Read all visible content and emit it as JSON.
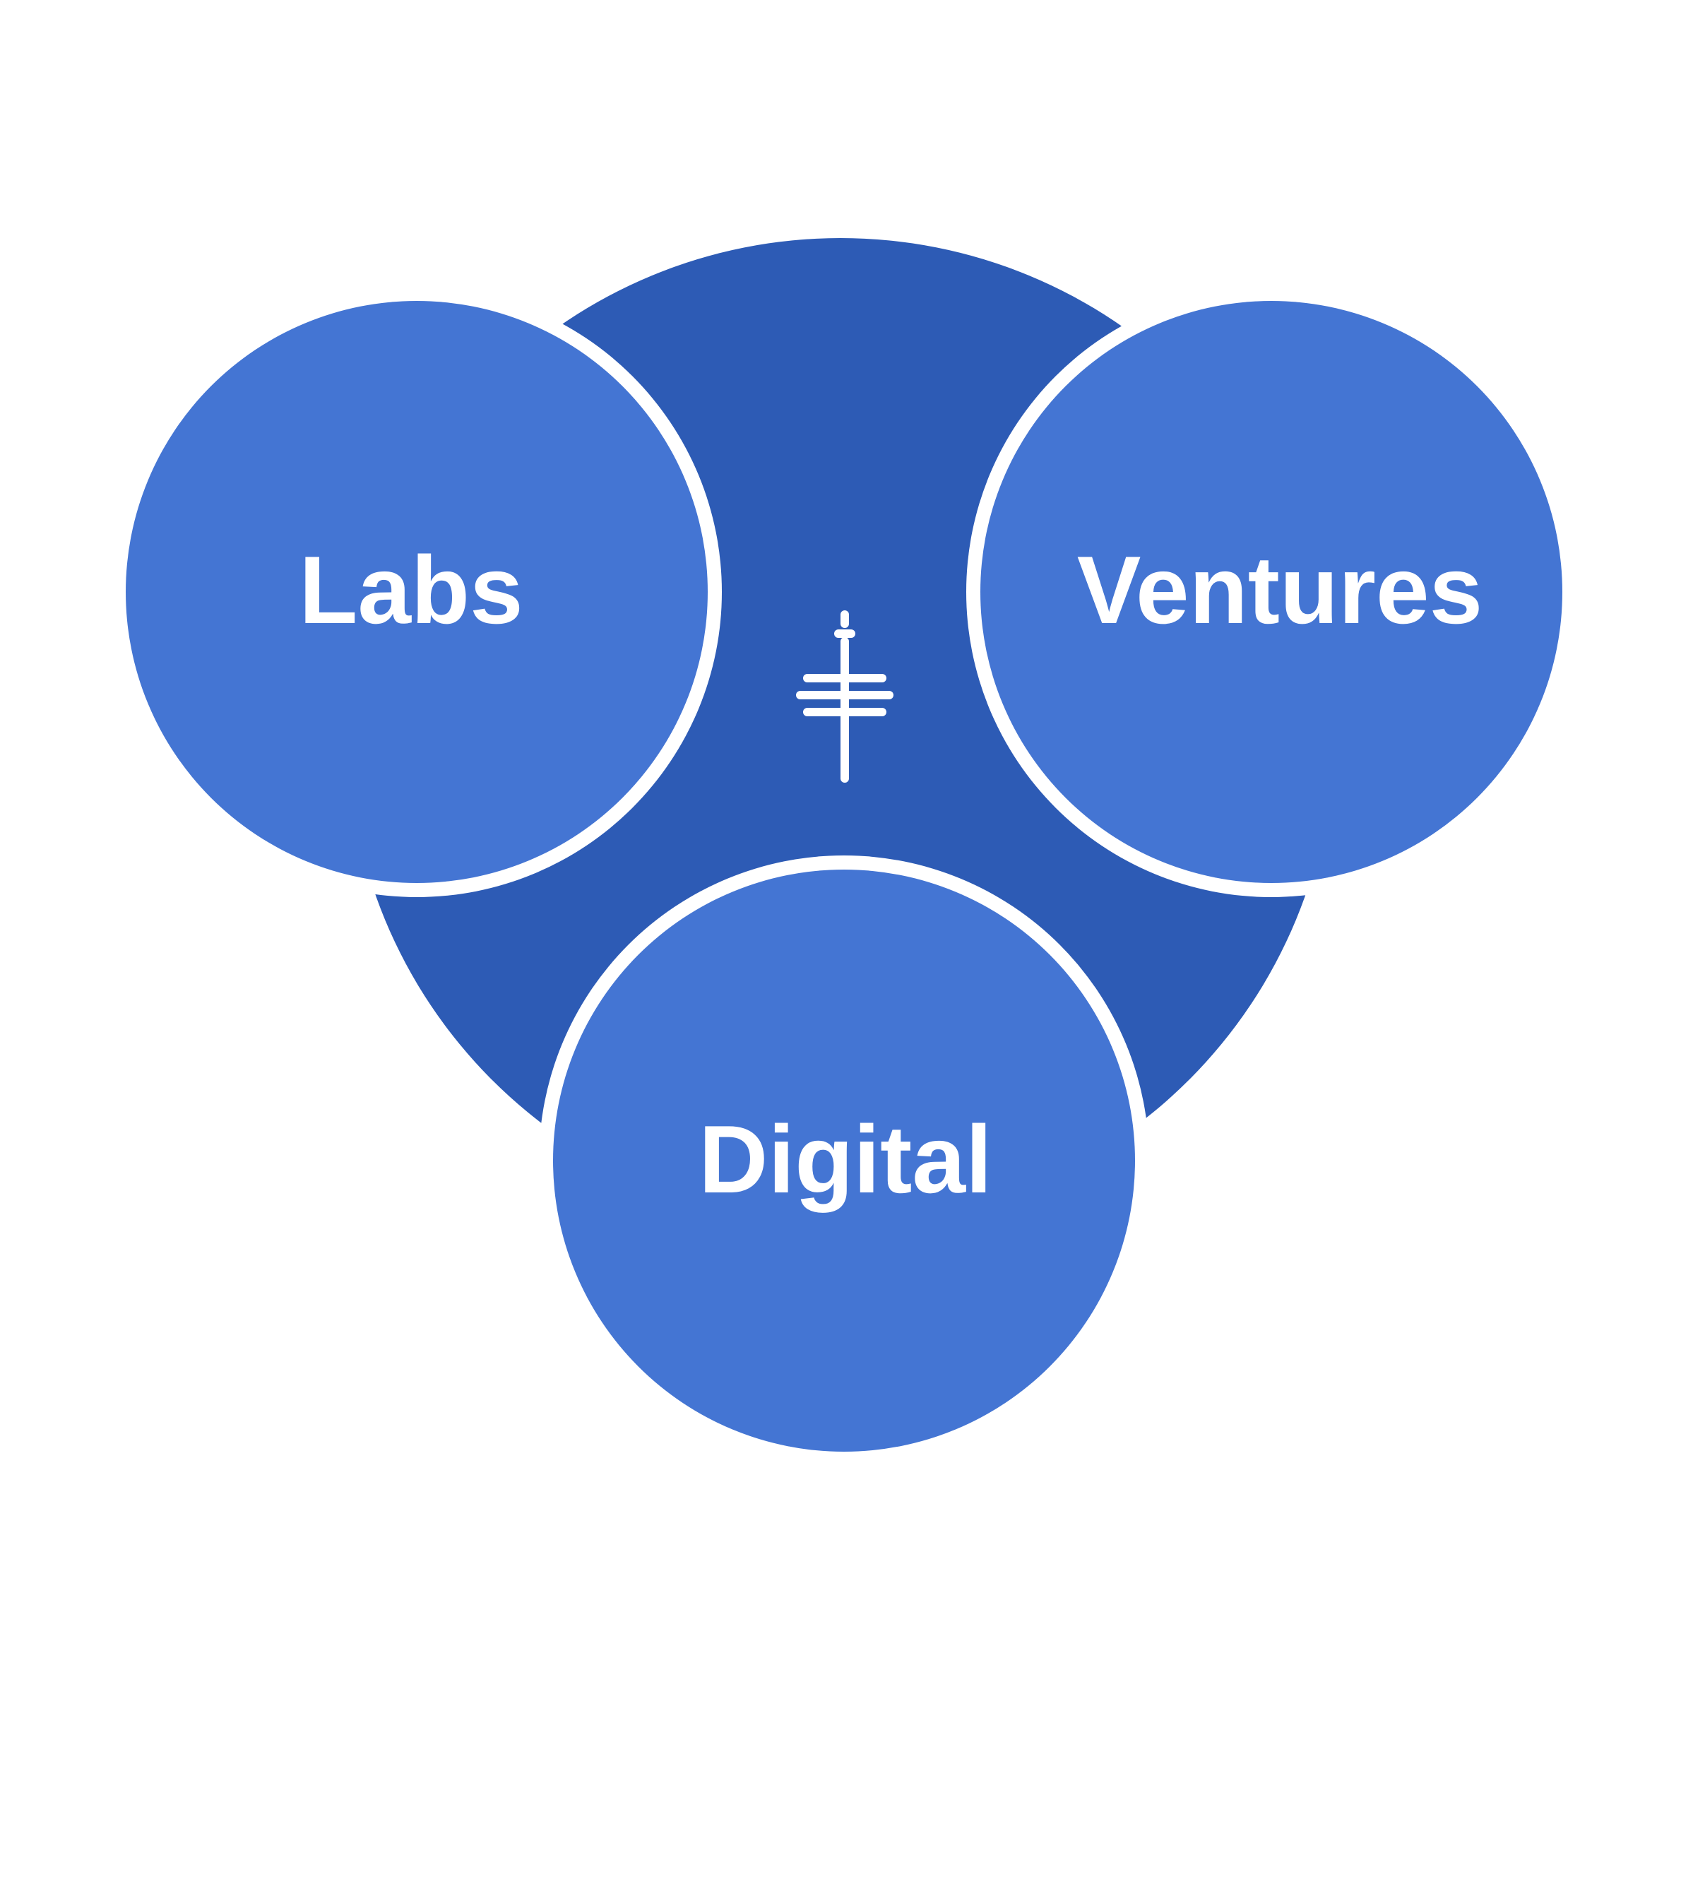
{
  "diagram": {
    "nodes": {
      "labs": {
        "label": "Labs"
      },
      "ventures": {
        "label": "Ventures"
      },
      "digital": {
        "label": "Digital"
      }
    },
    "center_icon": "tower-logo-icon"
  },
  "colors": {
    "background": "#ffffff",
    "hub": "#2d5bb5",
    "node": "#4475d3",
    "outline": "#ffffff"
  }
}
